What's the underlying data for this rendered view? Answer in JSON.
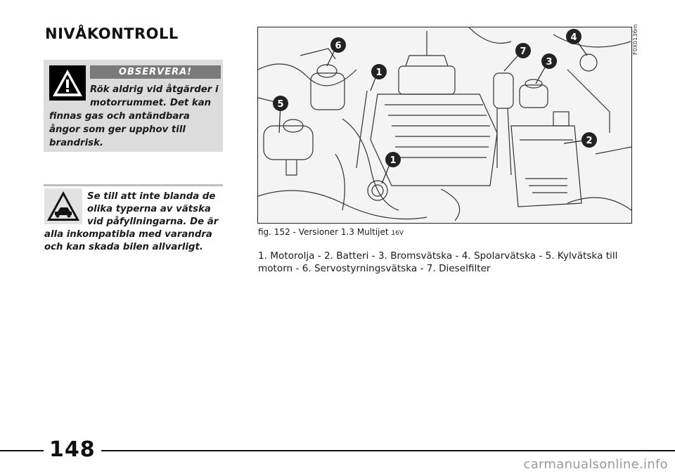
{
  "page": {
    "title": "NIVÅKONTROLL",
    "page_number": "148"
  },
  "warning": {
    "label": "OBSERVERA!",
    "text_lines_top": "Rök aldrig vid åtgärder i motorrummet. Det kan",
    "text_lines_bottom": "finnas gas och antändbara ångor som ger upphov till brandrisk.",
    "icon": "warning-triangle-icon"
  },
  "caution": {
    "text_top": "Se till att inte blanda de olika typerna av vätska vid påfyllningarna. De är",
    "text_bottom": "alla inkompatibla med varandra och kan skada bilen allvarligt.",
    "icon": "car-caution-triangle-icon"
  },
  "figure": {
    "code": "F0X0136m",
    "caption_main": "fig. 152 - Versioner 1.3 Multijet ",
    "caption_small": "16V",
    "callouts": [
      "6",
      "1",
      "5",
      "1",
      "7",
      "3",
      "4",
      "2"
    ],
    "legend": "1. Motorolja - 2. Batteri - 3. Bromsvätska - 4. Spolarvätska - 5. Kylvätska till motorn - 6. Servostyrningsvätska - 7. Dieselfilter"
  },
  "watermark": "carmanualsonline.info",
  "colors": {
    "warning_box_bg": "#dcdcdc",
    "pill_bg": "#7a7a7a",
    "callout_bg": "#222222"
  }
}
